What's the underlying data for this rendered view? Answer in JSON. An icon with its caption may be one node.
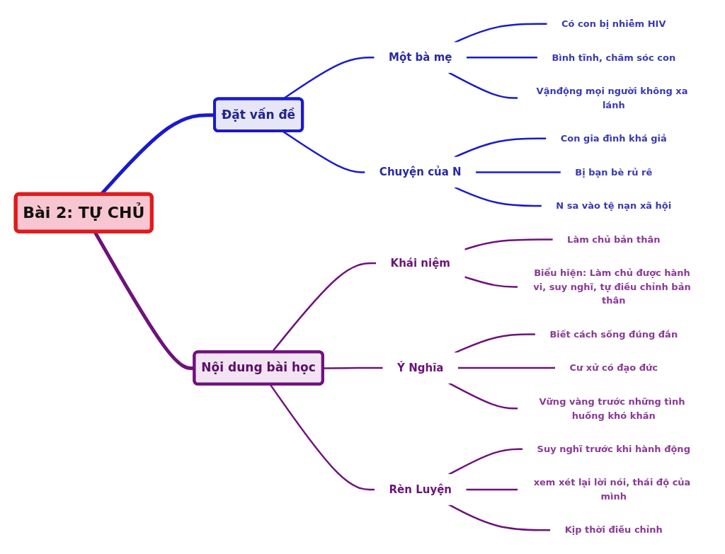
{
  "diagram": {
    "nodes": [
      {
        "text": [
          "Bài 2: TỰ CHỦ"
        ]
      },
      {
        "text": [
          "Đặt vấn đề"
        ]
      },
      {
        "text": [
          "Một bà mẹ"
        ]
      },
      {
        "text": [
          "Có con bị nhiễm HIV"
        ]
      },
      {
        "text": [
          "Bình tĩnh, chăm sóc con"
        ]
      },
      {
        "text": [
          "Vậnđộng mọi người không xa lánh"
        ]
      },
      {
        "text": [
          "Chuyện của N"
        ]
      },
      {
        "text": [
          "Con gia đình khá giả"
        ]
      },
      {
        "text": [
          "Bị bạn bè rủ rê"
        ]
      },
      {
        "text": [
          "N sa vào tệ nạn xã hội"
        ]
      },
      {
        "text": [
          "Nội dung bài học"
        ]
      },
      {
        "text": [
          "Khái niệm"
        ]
      },
      {
        "text": [
          "Làm chủ bản thân"
        ]
      },
      {
        "text": [
          "Biểu hiện: Làm chủ được hành vi, suy nghĩ, tự điều chỉnh bản thân"
        ]
      },
      {
        "text": [
          "Ý Nghĩa"
        ]
      },
      {
        "text": [
          "Biết cách sống đúng đắn"
        ]
      },
      {
        "text": [
          "Cư xử có đạo đức"
        ]
      },
      {
        "text": [
          "Vững vàng trước những tình huống khó khăn"
        ]
      },
      {
        "text": [
          "Rèn Luyện"
        ]
      },
      {
        "text": [
          "Suy nghĩ trước khi hành động"
        ]
      },
      {
        "text": [
          "xem xét lại lời nói, thái độ của mình"
        ]
      },
      {
        "text": [
          "Kịp thời điều chỉnh"
        ]
      }
    ],
    "edges": [
      {
        "from": 0,
        "to": 1,
        "arrow": "none",
        "style": "thick",
        "color": "#1a1acc"
      },
      {
        "from": 1,
        "to": 2,
        "arrow": "none",
        "color": "#1a1acc"
      },
      {
        "from": 2,
        "to": 3,
        "arrow": "none",
        "color": "#1a1acc"
      },
      {
        "from": 2,
        "to": 4,
        "arrow": "none",
        "color": "#1a1acc"
      },
      {
        "from": 2,
        "to": 5,
        "arrow": "none",
        "color": "#1a1acc"
      },
      {
        "from": 1,
        "to": 6,
        "arrow": "none",
        "color": "#1a1acc"
      },
      {
        "from": 6,
        "to": 7,
        "arrow": "none",
        "color": "#1a1acc"
      },
      {
        "from": 6,
        "to": 8,
        "arrow": "none",
        "color": "#1a1acc"
      },
      {
        "from": 6,
        "to": 9,
        "arrow": "none",
        "color": "#1a1acc"
      },
      {
        "from": 0,
        "to": 10,
        "arrow": "none",
        "style": "thick"
      },
      {
        "from": 10,
        "to": 11,
        "arrow": "none"
      },
      {
        "from": 11,
        "to": 12,
        "arrow": "none"
      },
      {
        "from": 11,
        "to": 13,
        "arrow": "none"
      },
      {
        "from": 10,
        "to": 14,
        "arrow": "none"
      },
      {
        "from": 14,
        "to": 15,
        "arrow": "none"
      },
      {
        "from": 14,
        "to": 16,
        "arrow": "none"
      },
      {
        "from": 14,
        "to": 17,
        "arrow": "none"
      },
      {
        "from": 10,
        "to": 18,
        "arrow": "none"
      },
      {
        "from": 18,
        "to": 19,
        "arrow": "none"
      },
      {
        "from": 18,
        "to": 20,
        "arrow": "none"
      },
      {
        "from": 18,
        "to": 21,
        "arrow": "none"
      }
    ]
  }
}
